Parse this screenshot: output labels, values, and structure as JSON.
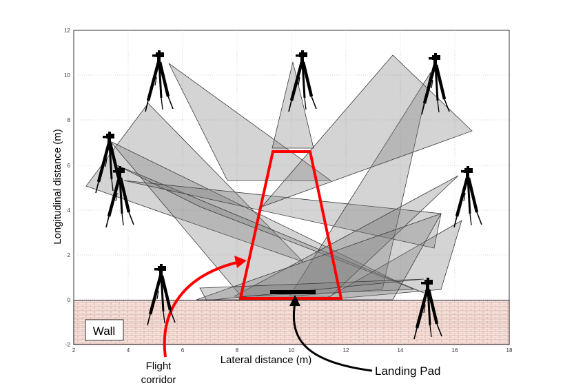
{
  "diagram": {
    "xlabel": "Lateral distance (m)",
    "ylabel": "Longitudinal distance (m)",
    "x_ticks": [
      "2",
      "4",
      "6",
      "8",
      "10",
      "12",
      "14",
      "16",
      "18"
    ],
    "y_ticks": [
      "12",
      "10",
      "8",
      "6",
      "4",
      "2",
      "0",
      "-2"
    ],
    "xlim": [
      2,
      18
    ],
    "ylim": [
      -2,
      12
    ],
    "wall_label": "Wall",
    "flight_corridor_label": [
      "Flight",
      "corridor"
    ],
    "landing_pad_label": "Landing Pad",
    "colors": {
      "corridor": "#ff0000",
      "arrow_corridor": "#ff0000",
      "arrow_pad": "#000000",
      "wall_fill": "#f6e2dc",
      "wall_brick": "#c08c80",
      "camera": "#000000",
      "coverage_fill": "#7a7a7a"
    },
    "icons": [
      "camera-tripod-icon"
    ]
  }
}
